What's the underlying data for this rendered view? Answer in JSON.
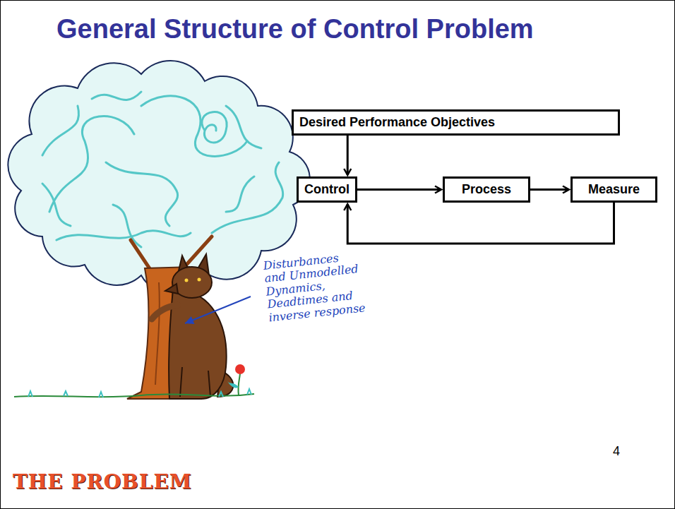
{
  "diagram": {
    "title": "General Structure of Control Problem",
    "nodes": [
      {
        "text": [
          "Desired Performance Objectives"
        ]
      },
      {
        "text": [
          "Control"
        ]
      },
      {
        "text": [
          "Process"
        ]
      },
      {
        "text": [
          "Measure"
        ]
      }
    ],
    "edges": [
      {
        "from": 0,
        "to": 1,
        "arrow": "to"
      },
      {
        "from": 1,
        "to": 2,
        "arrow": "to"
      },
      {
        "from": 2,
        "to": 3,
        "arrow": "to"
      },
      {
        "from": 3,
        "to": 1,
        "arrow": "to"
      }
    ],
    "labels": [
      "Disturbances and Unmodelled Dynamics, Deadtimes and inverse response",
      "THE PROBLEM",
      "4"
    ]
  }
}
